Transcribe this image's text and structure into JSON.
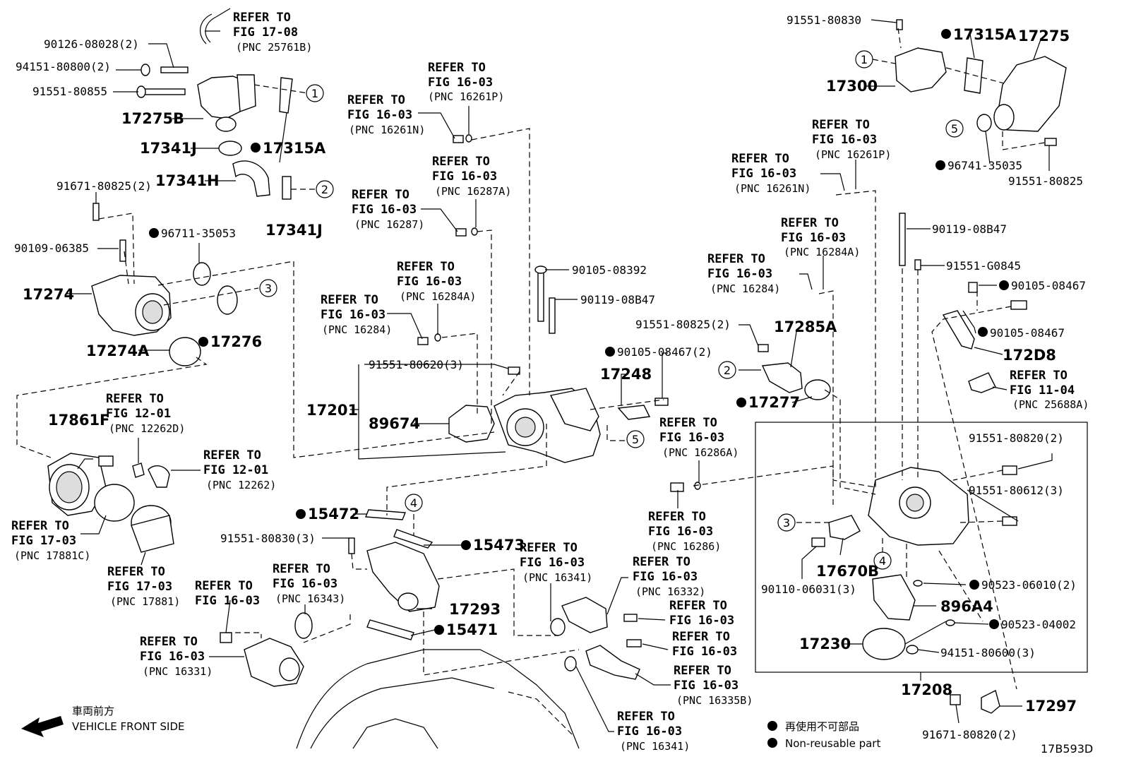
{
  "labels": {
    "p90126": "90126-08028(2)",
    "p94151a": "94151-80800(2)",
    "p91551_80855": "91551-80855",
    "p17275B": "17275B",
    "p17341J_top": "17341J",
    "p17315A_left": "17315A",
    "p91671_80825": "91671-80825(2)",
    "p17341H": "17341H",
    "p17341J_bot": "17341J",
    "p90109": "90109-06385",
    "p96711": "96711-35053",
    "p17274": "17274",
    "p17274A": "17274A",
    "p17276": "17276",
    "p17861F": "17861F",
    "p17201": "17201",
    "p89674": "89674",
    "p91551_80620": "91551-80620(3)",
    "p90105_08392": "90105-08392",
    "p90119_08B47_mid": "90119-08B47",
    "p90105_08467_2": "90105-08467(2)",
    "p17248": "17248",
    "p91551_80825_2": "91551-80825(2)",
    "p17285A": "17285A",
    "p17277": "17277",
    "p15472": "15472",
    "p15473": "15473",
    "p91551_80830_3": "91551-80830(3)",
    "p17293": "17293",
    "p15471": "15471",
    "p91551_80830": "91551-80830",
    "p17315A_right": "17315A",
    "p17275": "17275",
    "p17300": "17300",
    "p96741": "96741-35035",
    "p91551_80825": "91551-80825",
    "p90119_08B47_right": "90119-08B47",
    "p91551_G0845": "91551-G0845",
    "p90105_08467_a": "90105-08467",
    "p90105_08467_b": "90105-08467",
    "p172D8": "172D8",
    "p91551_80820": "91551-80820(2)",
    "p91551_80612": "91551-80612(3)",
    "p17670B": "17670B",
    "p90110": "90110-06031(3)",
    "p90523_06010": "90523-06010(2)",
    "p896A4": "896A4",
    "p90523_04002": "90523-04002",
    "p17230": "17230",
    "p94151_80600": "94151-80600(3)",
    "p17208": "17208",
    "p17297": "17297",
    "p91671_80820": "91671-80820(2)",
    "figcode": "17B593D"
  },
  "refer": {
    "line1": "REFER TO",
    "fig17_08": "FIG 17-08",
    "pnc25761B": "(PNC 25761B)",
    "fig16_03": "FIG 16-03",
    "pnc16261P": "(PNC 16261P)",
    "pnc16261N": "(PNC 16261N)",
    "pnc16287A": "(PNC 16287A)",
    "pnc16287": "(PNC 16287)",
    "pnc16284A": "(PNC 16284A)",
    "pnc16284": "(PNC 16284)",
    "fig12_01": "FIG 12-01",
    "pnc12262D": "(PNC 12262D)",
    "pnc12262": "(PNC 12262)",
    "fig17_03": "FIG 17-03",
    "pnc17881C": "(PNC 17881C)",
    "pnc17881": "(PNC 17881)",
    "pnc16343": "(PNC 16343)",
    "pnc16331": "(PNC 16331)",
    "pnc16341": "(PNC 16341)",
    "pnc16286A": "(PNC 16286A)",
    "pnc16286": "(PNC 16286)",
    "pnc16332": "(PNC 16332)",
    "pnc16335B": "(PNC 16335B)",
    "fig11_04": "FIG 11-04",
    "pnc25688A": "(PNC 25688A)"
  },
  "circles": [
    "1",
    "2",
    "3",
    "4",
    "5"
  ],
  "legend": {
    "jp": "再使用不可部品",
    "en": "Non-reusable part",
    "front_jp": "車両前方",
    "front_en": "VEHICLE FRONT SIDE"
  }
}
